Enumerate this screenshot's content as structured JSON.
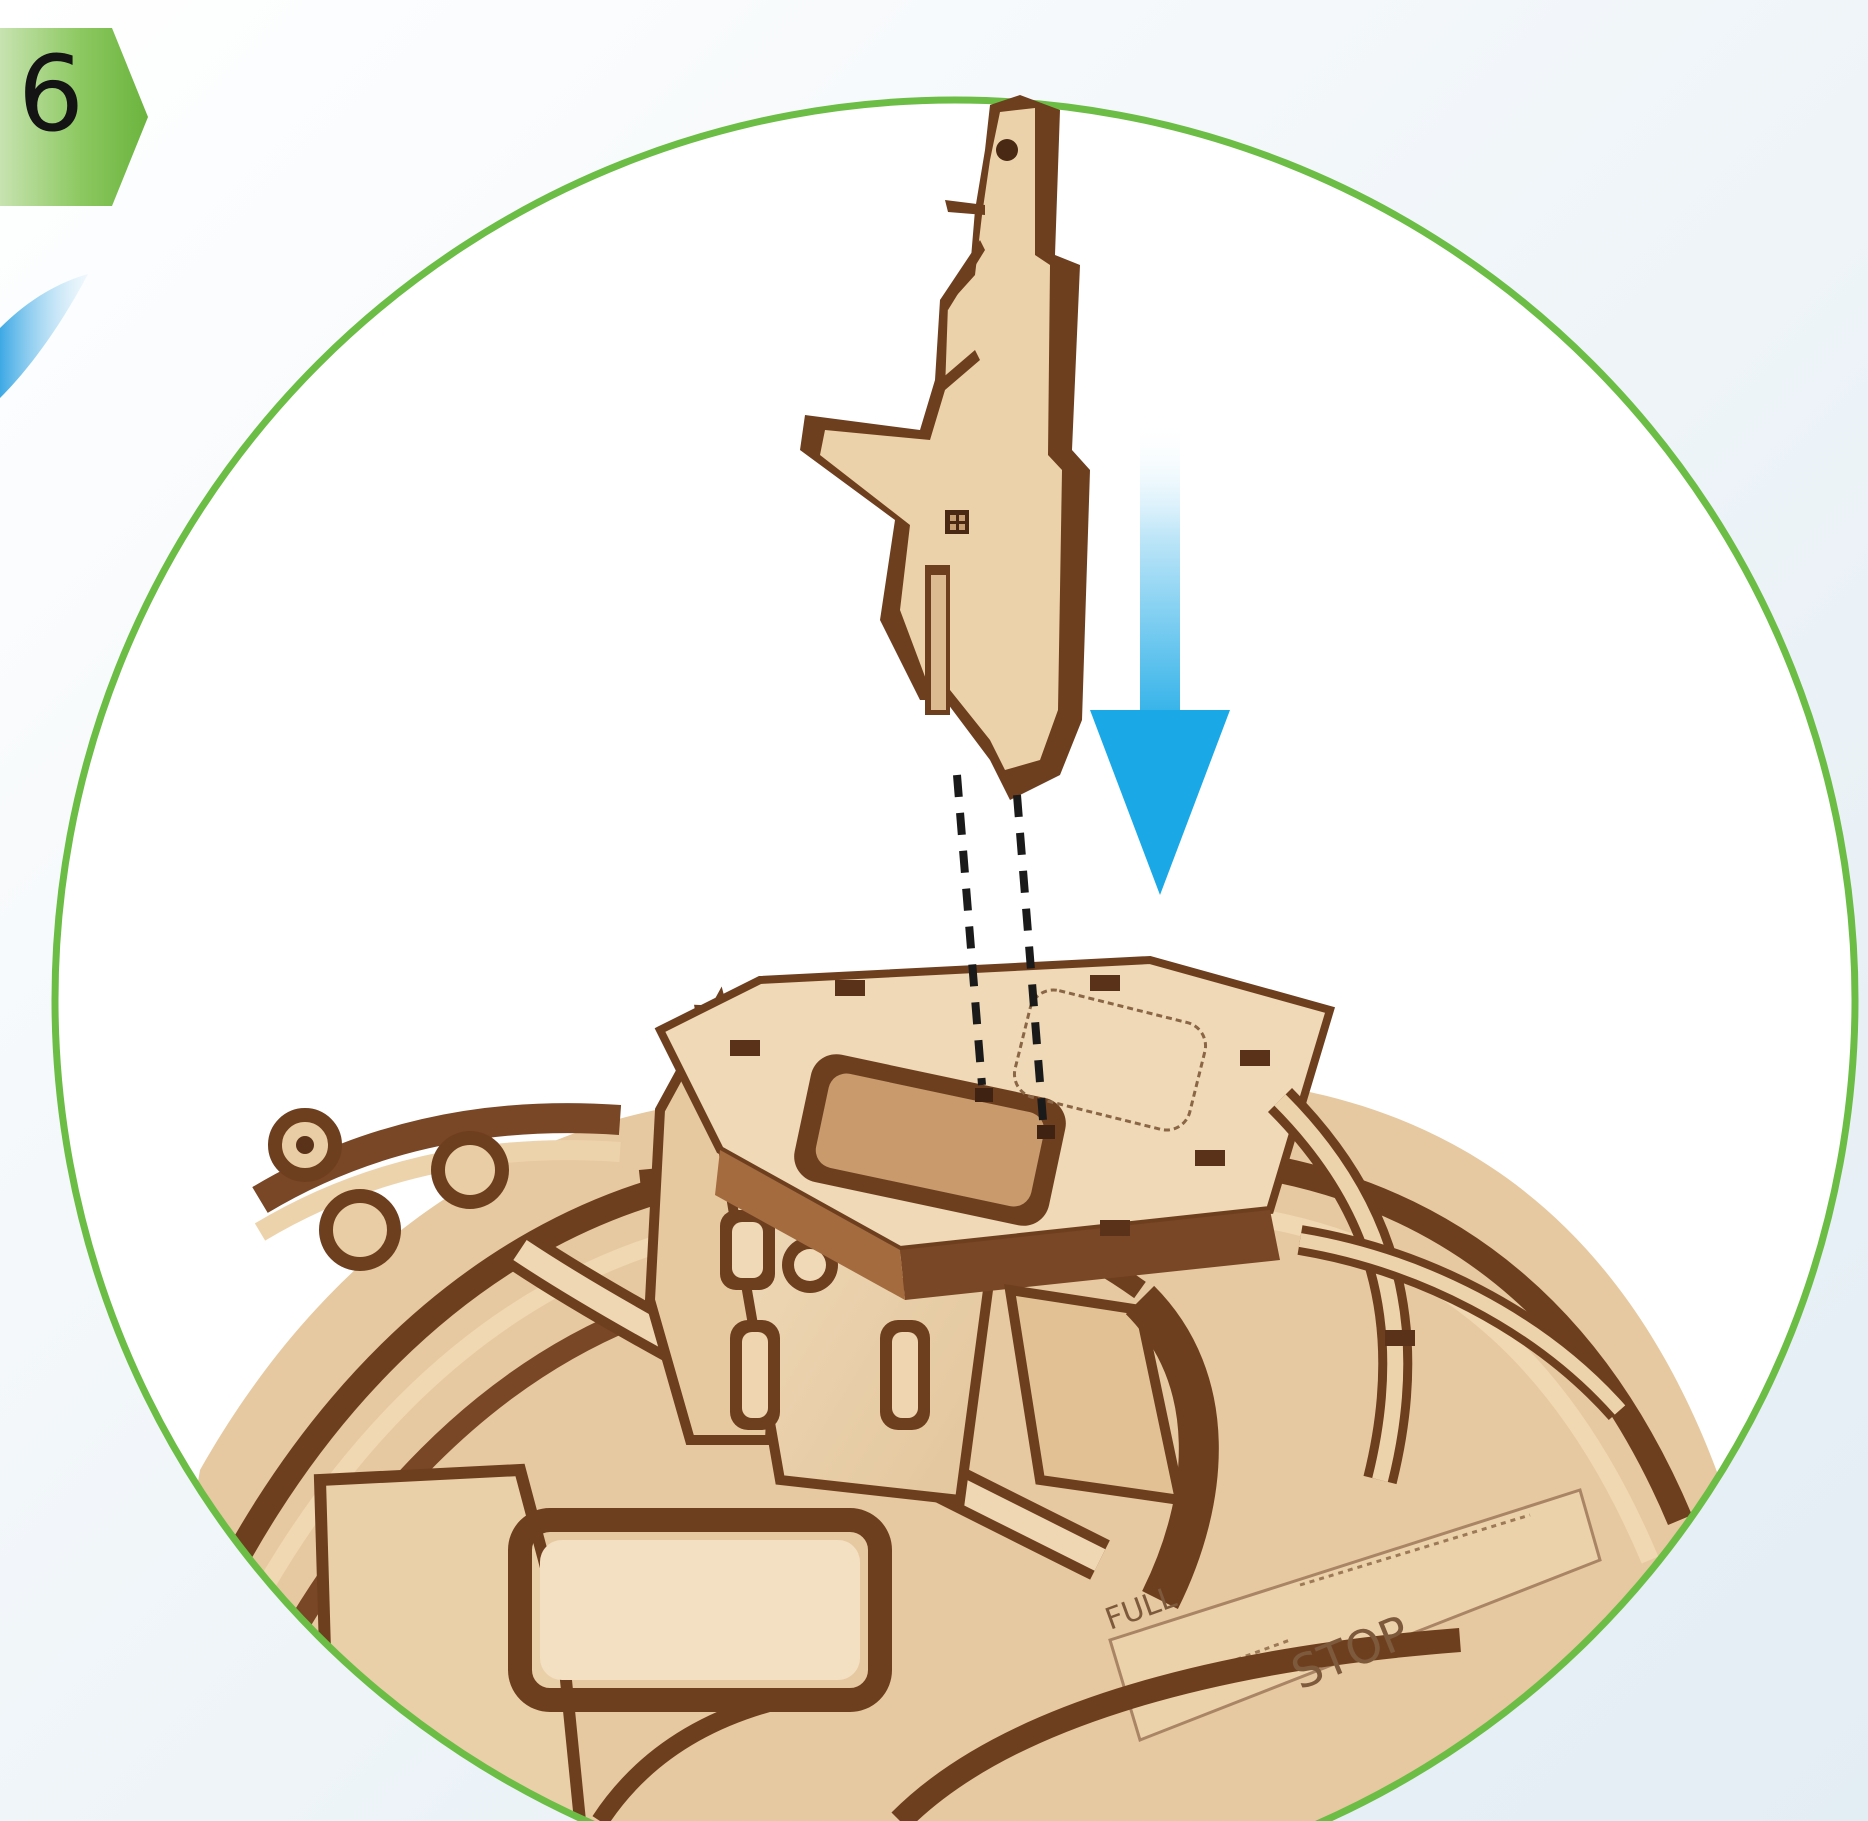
{
  "step": {
    "number": "6"
  },
  "engraving": {
    "left": "FULL",
    "right": "STOP"
  },
  "colors": {
    "frame_green": "#6bbd45",
    "badge_green": "#7cc04f",
    "arrow_blue": "#29b4ec",
    "wood_light": "#ecd3ae",
    "wood_edge": "#7a4a27"
  },
  "icons": {
    "assembly_arrow": "down-arrow-icon",
    "guide_lines": "dashed-guide-lines"
  }
}
